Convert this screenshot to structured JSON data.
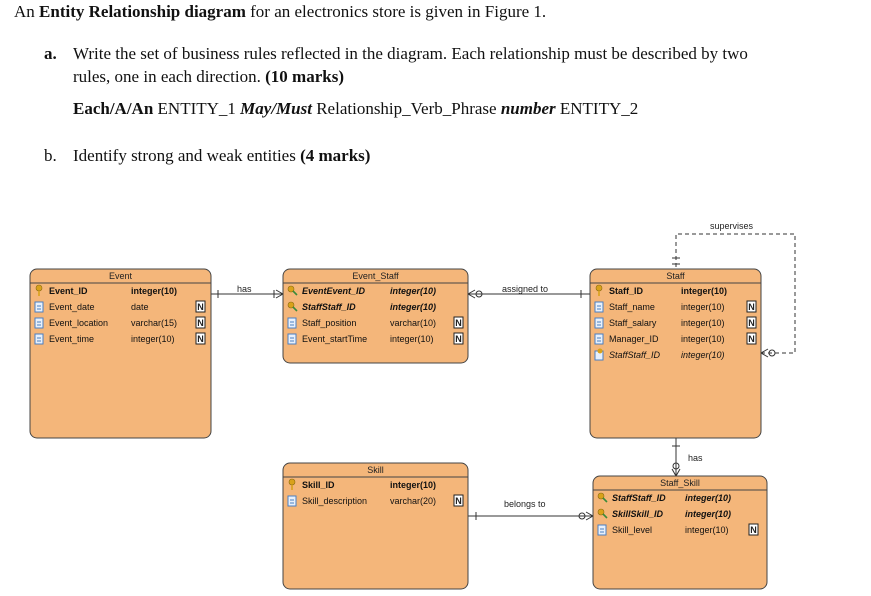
{
  "question": {
    "intro_prefix": "An ",
    "intro_bold": "Entity Relationship diagram",
    "intro_suffix": " for an electronics store is given in Figure 1.",
    "a_label": "a.",
    "a_text_line1": "Write the set of business rules reflected in the diagram. Each relationship must be described by two",
    "a_text_line2_plain": "rules, one in each direction. ",
    "a_marks": "(10 marks)",
    "template": {
      "part1": "Each/A/An",
      "part2": " ENTITY_1 ",
      "part3": "May/Must",
      "part4": " Relationship_Verb_Phrase ",
      "part5": "number",
      "part6": " ENTITY_2"
    },
    "b_label": "b.",
    "b_text": "Identify strong and weak entities ",
    "b_marks": "(4 marks)"
  },
  "diagram": {
    "colors": {
      "entity_fill": "#F4B67A",
      "entity_stroke": "#444444",
      "key_icon": "#D9A21B",
      "column_icon": "#4A7FC1"
    },
    "entities": [
      {
        "title": "Event",
        "attributes": [
          {
            "name": "Event_ID",
            "type": "integer(10)",
            "kind": "pk",
            "nullable": false
          },
          {
            "name": "Event_date",
            "type": "date",
            "kind": "col",
            "nullable": true
          },
          {
            "name": "Event_location",
            "type": "varchar(15)",
            "kind": "col",
            "nullable": true
          },
          {
            "name": "Event_time",
            "type": "integer(10)",
            "kind": "col",
            "nullable": true
          }
        ]
      },
      {
        "title": "Event_Staff",
        "attributes": [
          {
            "name": "EventEvent_ID",
            "type": "integer(10)",
            "kind": "pkfk",
            "nullable": false
          },
          {
            "name": "StaffStaff_ID",
            "type": "integer(10)",
            "kind": "pkfk",
            "nullable": false
          },
          {
            "name": "Staff_position",
            "type": "varchar(10)",
            "kind": "col",
            "nullable": true
          },
          {
            "name": "Event_startTime",
            "type": "integer(10)",
            "kind": "col",
            "nullable": true
          }
        ]
      },
      {
        "title": "Staff",
        "attributes": [
          {
            "name": "Staff_ID",
            "type": "integer(10)",
            "kind": "pk",
            "nullable": false
          },
          {
            "name": "Staff_name",
            "type": "integer(10)",
            "kind": "col",
            "nullable": true
          },
          {
            "name": "Staff_salary",
            "type": "integer(10)",
            "kind": "col",
            "nullable": true
          },
          {
            "name": "Manager_ID",
            "type": "integer(10)",
            "kind": "col",
            "nullable": true
          },
          {
            "name": "StaffStaff_ID",
            "type": "integer(10)",
            "kind": "fk",
            "nullable": false
          }
        ]
      },
      {
        "title": "Skill",
        "attributes": [
          {
            "name": "Skill_ID",
            "type": "integer(10)",
            "kind": "pk",
            "nullable": false
          },
          {
            "name": "Skill_description",
            "type": "varchar(20)",
            "kind": "col",
            "nullable": true
          }
        ]
      },
      {
        "title": "Staff_Skill",
        "attributes": [
          {
            "name": "StaffStaff_ID",
            "type": "integer(10)",
            "kind": "pkfk",
            "nullable": false
          },
          {
            "name": "SkillSkill_ID",
            "type": "integer(10)",
            "kind": "pkfk",
            "nullable": false
          },
          {
            "name": "Skill_level",
            "type": "integer(10)",
            "kind": "col",
            "nullable": true
          }
        ]
      }
    ],
    "null_marker": "N",
    "relationships": [
      {
        "label": "has",
        "from": "Event",
        "to": "Event_Staff"
      },
      {
        "label": "assigned to",
        "from": "Staff",
        "to": "Event_Staff"
      },
      {
        "label": "supervises",
        "from": "Staff",
        "to": "Staff"
      },
      {
        "label": "has",
        "from": "Staff",
        "to": "Staff_Skill"
      },
      {
        "label": "belongs to",
        "from": "Skill",
        "to": "Staff_Skill"
      }
    ]
  }
}
